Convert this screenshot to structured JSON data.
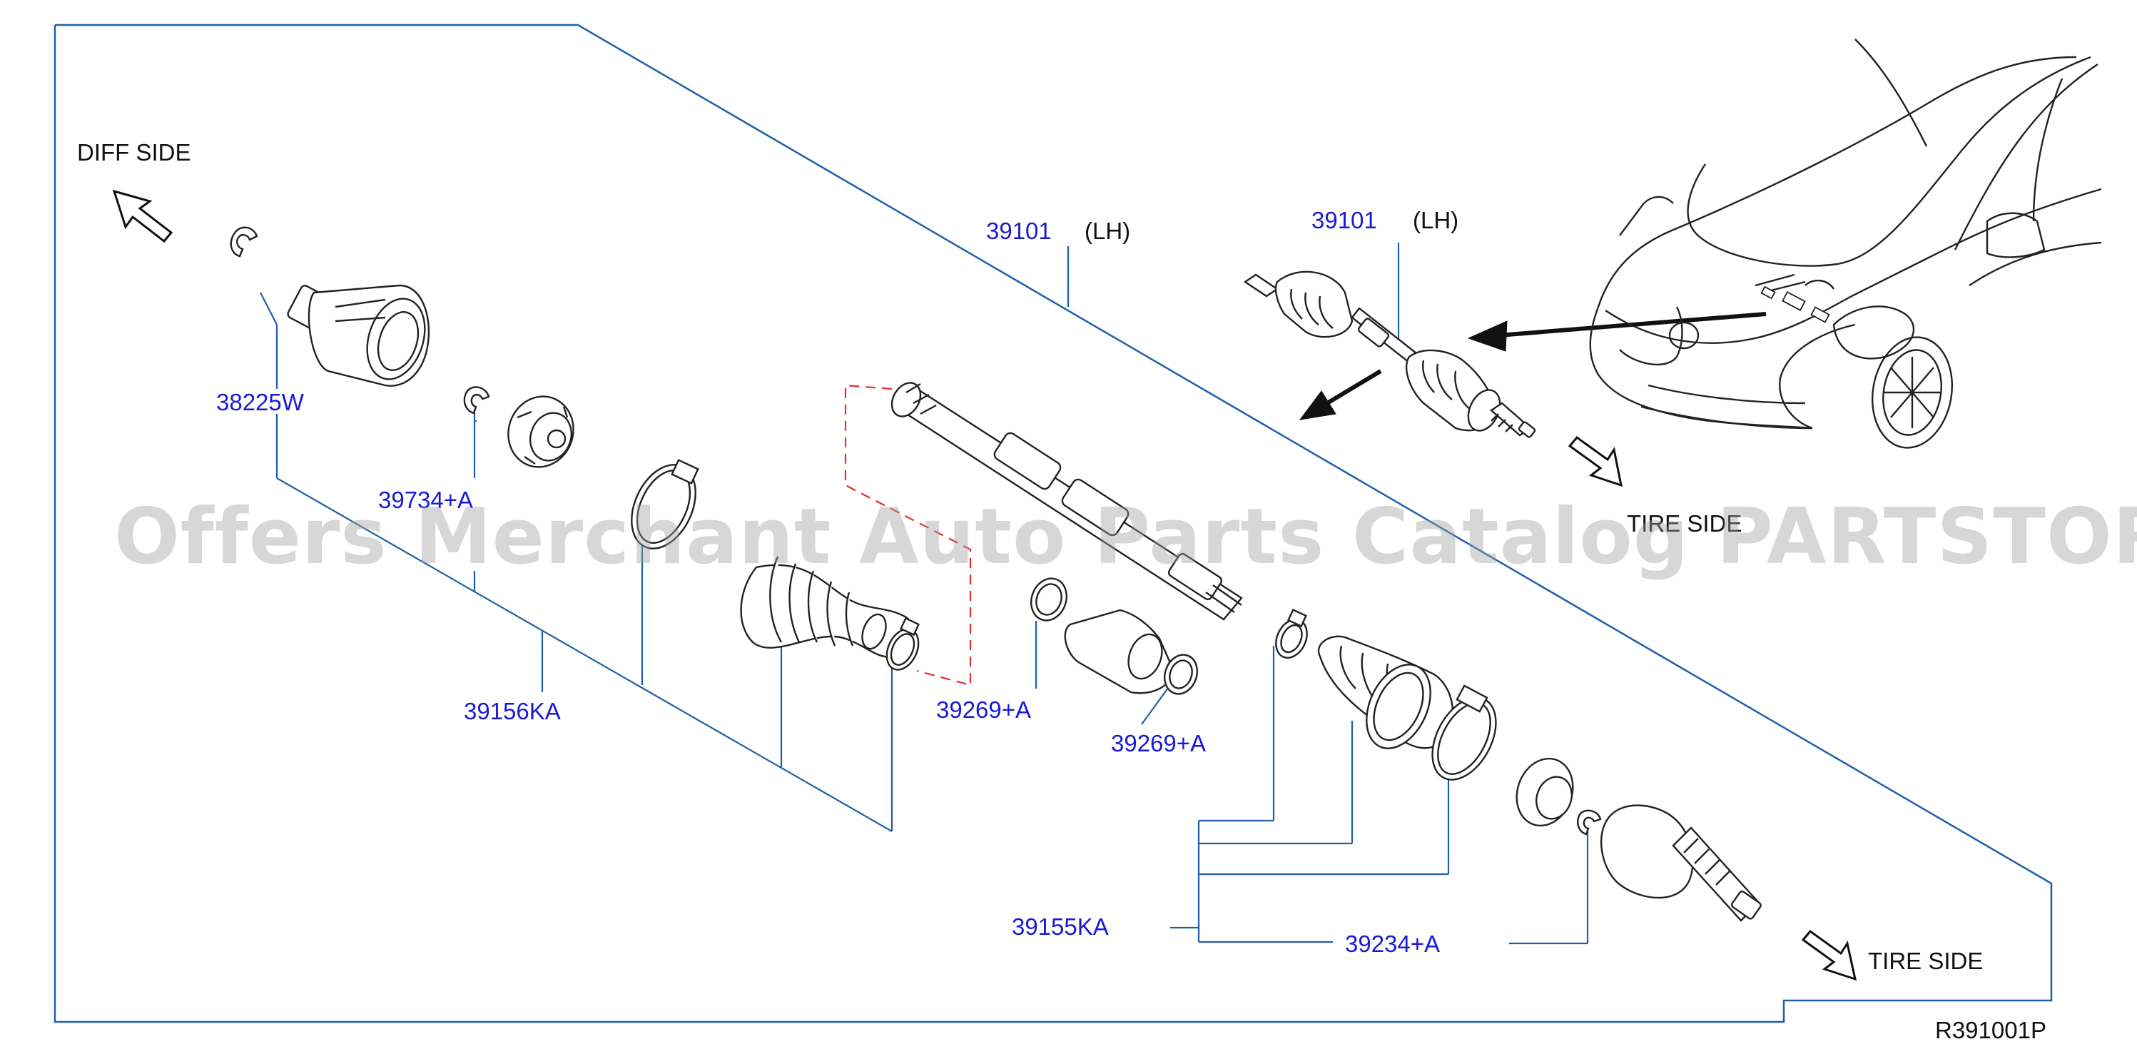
{
  "colors": {
    "frame_line": "#1f5fa8",
    "part_number": "#1a1ad6",
    "black_text": "#111111",
    "outline": "#222222",
    "dashed": "#e03030",
    "watermark": "#a0a0a0"
  },
  "texts": {
    "diff_side": "DIFF  SIDE",
    "tire_side_upper": "TIRE  SIDE",
    "tire_side_lower": "TIRE  SIDE",
    "lh_main": "(LH)",
    "lh_inset": "(LH)",
    "diagram_code": "R391001P",
    "watermark": "Offers Merchant Auto Parts Catalog PARTSTORE.SA"
  },
  "parts": {
    "p39101_main": "39101",
    "p39101_inset": "39101",
    "p38225W": "38225W",
    "p39734A": "39734+A",
    "p39156KA": "39156KA",
    "p39269A_1": "39269+A",
    "p39269A_2": "39269+A",
    "p39155KA": "39155KA",
    "p39234A": "39234+A"
  },
  "icons": {
    "diff_side_arrow": "arrow-up-left-icon",
    "tire_side_arrow": "arrow-down-right-icon"
  }
}
